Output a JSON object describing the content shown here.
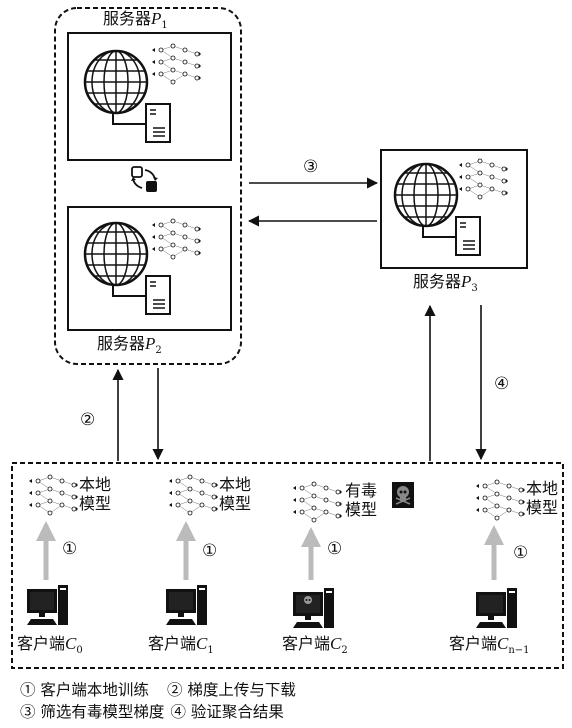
{
  "servers": {
    "p1": {
      "label": "服务器",
      "var": "P",
      "sub": "1"
    },
    "p2": {
      "label": "服务器",
      "var": "P",
      "sub": "2"
    },
    "p3": {
      "label": "服务器",
      "var": "P",
      "sub": "3"
    }
  },
  "steps": {
    "train": "①",
    "transfer": "②",
    "filter": "③",
    "verify": "④"
  },
  "clients": [
    {
      "label": "客户端",
      "var": "C",
      "sub": "0",
      "model_line1": "本地",
      "model_line2": "模型"
    },
    {
      "label": "客户端",
      "var": "C",
      "sub": "1",
      "model_line1": "本地",
      "model_line2": "模型"
    },
    {
      "label": "客户端",
      "var": "C",
      "sub": "2",
      "model_line1": "有毒",
      "model_line2": "模型"
    },
    {
      "label": "客户端",
      "var": "C",
      "sub": "n−1",
      "model_line1": "本地",
      "model_line2": "模型"
    }
  ],
  "legend": {
    "row1_a": "① 客户端本地训练",
    "row1_b": "② 梯度上传与下载",
    "row2_a": "③ 筛选有毒模型梯度",
    "row2_b": "④ 验证聚合结果"
  }
}
